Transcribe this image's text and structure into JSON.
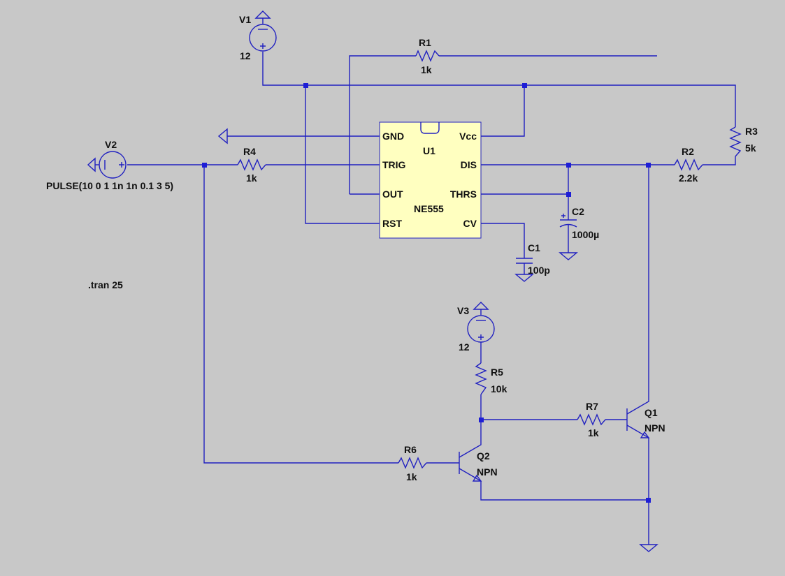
{
  "colors": {
    "background": "#c8c8c8",
    "wire": "#2020c0",
    "ic_fill": "#ffffc0",
    "text": "#101010"
  },
  "components": {
    "V1": {
      "name": "V1",
      "value": "12"
    },
    "V2": {
      "name": "V2",
      "value": "PULSE(10 0 1 1n 1n 0.1 3 5)"
    },
    "V3": {
      "name": "V3",
      "value": "12"
    },
    "R1": {
      "name": "R1",
      "value": "1k"
    },
    "R2": {
      "name": "R2",
      "value": "2.2k"
    },
    "R3": {
      "name": "R3",
      "value": "5k"
    },
    "R4": {
      "name": "R4",
      "value": "1k"
    },
    "R5": {
      "name": "R5",
      "value": "10k"
    },
    "R6": {
      "name": "R6",
      "value": "1k"
    },
    "R7": {
      "name": "R7",
      "value": "1k"
    },
    "C1": {
      "name": "C1",
      "value": "100p"
    },
    "C2": {
      "name": "C2",
      "value": "1000µ"
    },
    "Q1": {
      "name": "Q1",
      "value": "NPN"
    },
    "Q2": {
      "name": "Q2",
      "value": "NPN"
    },
    "U1": {
      "name": "U1",
      "value": "NE555",
      "pins": {
        "gnd": "GND",
        "vcc": "Vcc",
        "trig": "TRIG",
        "dis": "DIS",
        "out": "OUT",
        "thrs": "THRS",
        "rst": "RST",
        "cv": "CV"
      }
    }
  },
  "directive": ".tran 25",
  "polarity": {
    "plus": "+",
    "minus": "−"
  }
}
